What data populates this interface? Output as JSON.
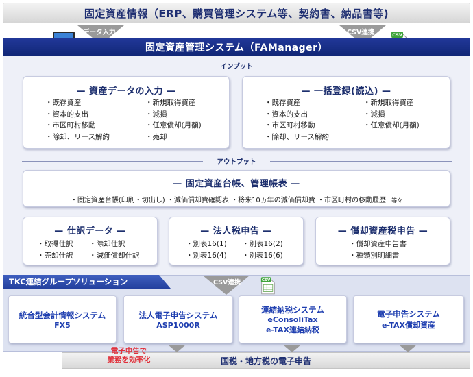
{
  "top_source": {
    "label": "固定資産情報（ERP、購買管理システム等、契約書、納品書等)"
  },
  "arrows": {
    "data_entry": "データ入力",
    "csv_link": "CSV連携",
    "csv_link_bottom": "CSV連携"
  },
  "icons": {
    "csv_badge": "CSV"
  },
  "system": {
    "title": "固定資産管理システム（FAManager）"
  },
  "sections": {
    "input": "インプット",
    "output": "アウトプット"
  },
  "input_cards": [
    {
      "title": "— 資産データの入力 —",
      "left": [
        "・既存資産",
        "・資本的支出",
        "・市区町村移動",
        "・除却、リース解約"
      ],
      "right": [
        "・新規取得資産",
        "・減損",
        "・任意償却(月額)",
        "・売却"
      ]
    },
    {
      "title": "— 一括登録(読込) —",
      "left": [
        "・既存資産",
        "・資本的支出",
        "・市区町村移動",
        "・除却、リース解約"
      ],
      "right": [
        "・新規取得資産",
        "・減損",
        "・任意償却(月額)"
      ]
    }
  ],
  "ledger_card": {
    "title": "— 固定資産台帳、管理帳表 —",
    "items": "・固定資産台帳(印刷・切出し) ・減価償却費確認表 ・将来10ヵ年の減価償却費 ・市区町村の移動履歴",
    "suffix": "等々"
  },
  "output_cards": [
    {
      "title": "— 仕訳データ —",
      "left": [
        "・取得仕訳",
        "・売却仕訳"
      ],
      "right": [
        "・除却仕訳",
        "・減価償却仕訳"
      ]
    },
    {
      "title": "— 法人税申告 —",
      "left": [
        "・別表16(1)",
        "・別表16(4)"
      ],
      "right": [
        "・別表16(2)",
        "・別表16(6)"
      ]
    },
    {
      "title": "— 償却資産税申告 —",
      "left": [
        "・償却資産申告書",
        "・種類別明細書"
      ],
      "right": []
    }
  ],
  "tkc": {
    "tab": "TKC連結グループソリューション",
    "products": [
      {
        "line1": "統合型会計情報システム",
        "line2": "FX5",
        "line3": ""
      },
      {
        "line1": "法人電子申告システム",
        "line2": "ASP1000R",
        "line3": ""
      },
      {
        "line1": "連結納税システム",
        "line2": "eConsoliTax",
        "line3": "e-TAX連結納税"
      },
      {
        "line1": "電子申告システム",
        "line2": "e-TAX償却資産",
        "line3": ""
      }
    ]
  },
  "promo": {
    "line1": "電子申告で",
    "line2": "業務を効率化"
  },
  "bottom": {
    "label": "国税・地方税の電子申告"
  }
}
